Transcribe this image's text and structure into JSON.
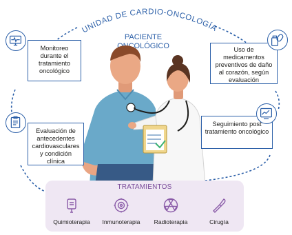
{
  "unit_title": "UNIDAD DE CARDIO-ONCOLOGÍA",
  "patient_label": "PACIENTE ONCOLÓGICO",
  "boxes": {
    "monitoring": "Monitoreo durante el tratamiento oncológico",
    "evaluation": "Evaluación de antecedentes cardiovasculares y condición clínica",
    "preventive": "Uso de medicamentos preventivos de daño al corazón, según evaluación",
    "followup": "Seguimiento post tratamiento oncológico"
  },
  "treatments": {
    "title": "TRATAMIENTOS",
    "items": [
      {
        "label": "Quimioterapia",
        "icon": "iv-bag-icon"
      },
      {
        "label": "Inmunoterapia",
        "icon": "cell-icon"
      },
      {
        "label": "Radioterapia",
        "icon": "radiation-icon"
      },
      {
        "label": "Cirugía",
        "icon": "scalpel-icon"
      }
    ]
  },
  "colors": {
    "accent_blue": "#2b5fa8",
    "treatment_bg": "#efe7f3",
    "treatment_title": "#7b4d9b",
    "icon_purple": "#8a5ba8"
  }
}
